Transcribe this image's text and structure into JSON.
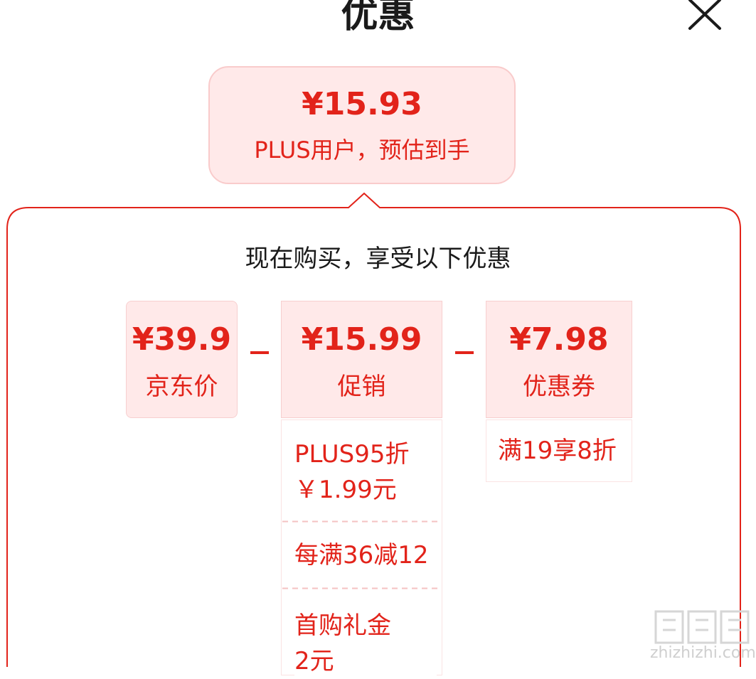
{
  "header": {
    "title": "优惠"
  },
  "summary": {
    "price": "¥15.93",
    "label": "PLUS用户，预估到手"
  },
  "breakdown": {
    "heading": "现在购买，享受以下优惠",
    "cards": [
      {
        "price": "¥39.9",
        "label": "京东价"
      },
      {
        "price": "¥15.99",
        "label": "促销"
      },
      {
        "price": "¥7.98",
        "label": "优惠券"
      }
    ],
    "promotions": [
      {
        "line1": "PLUS95折",
        "line2": "￥1.99元"
      },
      {
        "line1": "每满36减12"
      },
      {
        "line1": "首购礼金",
        "line2": "2元"
      }
    ],
    "coupons": [
      {
        "line1": "满19享8折"
      }
    ]
  },
  "watermark": {
    "text": "zhizhizhi.com"
  },
  "colors": {
    "accent": "#e2231a",
    "card_bg": "#ffe9e9",
    "border": "#f7cfcf"
  }
}
